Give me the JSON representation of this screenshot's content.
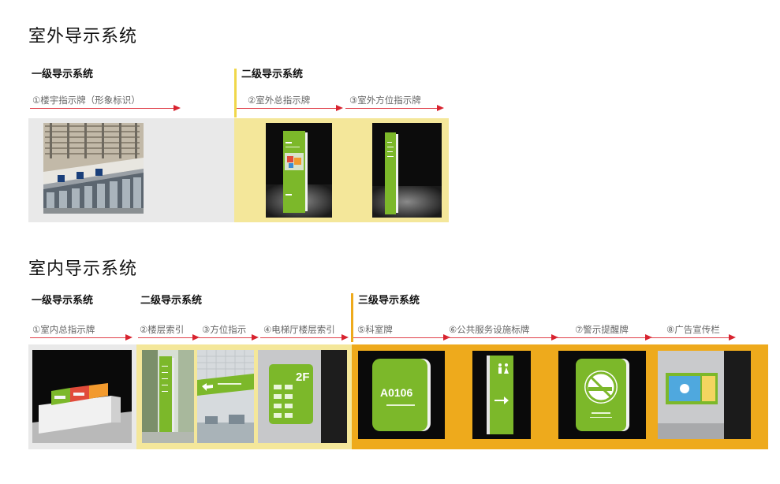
{
  "outdoor": {
    "title": "室外导示系统",
    "level1": "一级导示系统",
    "level2": "二级导示系统",
    "items": [
      "①楼宇指示牌（形象标识）",
      "②室外总指示牌",
      "③室外方位指示牌"
    ]
  },
  "indoor": {
    "title": "室内导示系统",
    "level1": "一级导示系统",
    "level2": "二级导示系统",
    "level3": "三级导示系统",
    "items": [
      "①室内总指示牌",
      "②楼层索引",
      "③方位指示",
      "④电梯厅楼层索引",
      "⑤科室牌",
      "⑥公共服务设施标牌",
      "⑦警示提醒牌",
      "⑧广告宣传栏"
    ]
  },
  "sign_text": {
    "room_number": "A0106",
    "floor": "2F"
  },
  "colors": {
    "pale_yellow": "#f4e79a",
    "gold": "#eeaa1c",
    "green": "#7cb82a",
    "arrow_red": "#d8232f"
  }
}
